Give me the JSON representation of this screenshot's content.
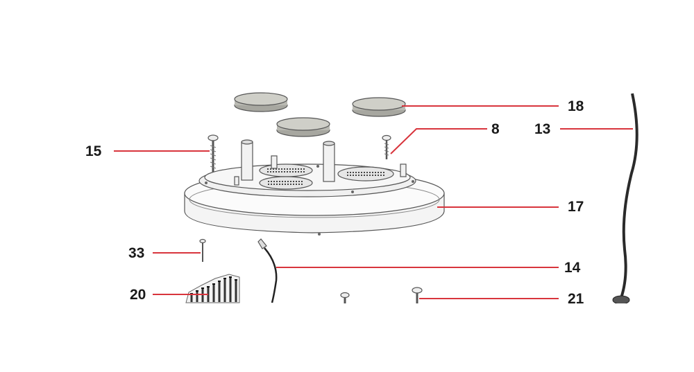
{
  "callouts": [
    {
      "id": "c18",
      "label": "18",
      "part": "magnet-disc"
    },
    {
      "id": "c8",
      "label": "8",
      "part": "screw-small"
    },
    {
      "id": "c13",
      "label": "13",
      "part": "power-cord"
    },
    {
      "id": "c15",
      "label": "15",
      "part": "screw-long"
    },
    {
      "id": "c17",
      "label": "17",
      "part": "base-housing"
    },
    {
      "id": "c33",
      "label": "33",
      "part": "pin-screw"
    },
    {
      "id": "c14",
      "label": "14",
      "part": "ground-wire"
    },
    {
      "id": "c20",
      "label": "20",
      "part": "terminal-block"
    },
    {
      "id": "c21",
      "label": "21",
      "part": "screw-pair"
    }
  ],
  "colors": {
    "leader": "#d8343c",
    "text": "#1a1a1a",
    "line_art": "#555555",
    "disc_fill": "#b9b9b2"
  }
}
